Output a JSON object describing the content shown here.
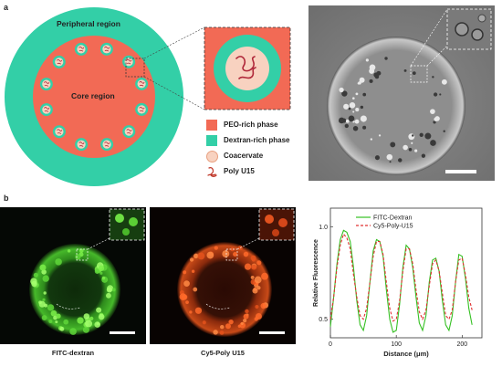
{
  "panel_a": {
    "letter": "a",
    "regions": {
      "peripheral": "Peripheral region",
      "core": "Core region"
    },
    "legend": [
      {
        "label": "PEO-rich phase",
        "color": "#f26a55"
      },
      {
        "label": "Dextran-rich phase",
        "color": "#33cfa7"
      },
      {
        "label": "Coacervate",
        "color": "#f8d2c0"
      },
      {
        "label": "Poly U15",
        "color": "#c0392b"
      }
    ],
    "colors": {
      "peo": "#f26a55",
      "dextran": "#33cfa7",
      "coacervate": "#f8d2c0",
      "rna": "#b0283a"
    }
  },
  "panel_b": {
    "letter": "b",
    "captions": {
      "green": "FITC-dextran",
      "red": "Cy5-Poly U15"
    }
  },
  "chart_data": {
    "type": "line",
    "xlabel": "Distance (μm)",
    "ylabel": "Relative Fluorescence",
    "xlim": [
      0,
      230
    ],
    "ylim": [
      0.4,
      1.1
    ],
    "xticks": [
      "0",
      "100",
      "200"
    ],
    "yticks": [
      "0.5",
      "1.0"
    ],
    "legend_position": "top",
    "series": [
      {
        "name": "FITC-Dextran",
        "color": "#35c023",
        "style": "solid",
        "x": [
          0,
          5,
          10,
          15,
          20,
          25,
          30,
          35,
          40,
          45,
          50,
          55,
          60,
          65,
          70,
          75,
          80,
          85,
          90,
          95,
          100,
          105,
          110,
          115,
          120,
          125,
          130,
          135,
          140,
          145,
          150,
          155,
          160,
          165,
          170,
          175,
          180,
          185,
          190,
          195,
          200,
          205,
          210,
          215
        ],
        "y": [
          0.46,
          0.62,
          0.8,
          0.93,
          0.98,
          0.97,
          0.92,
          0.78,
          0.6,
          0.47,
          0.44,
          0.52,
          0.7,
          0.87,
          0.93,
          0.92,
          0.84,
          0.66,
          0.5,
          0.43,
          0.44,
          0.58,
          0.78,
          0.9,
          0.88,
          0.78,
          0.62,
          0.48,
          0.44,
          0.52,
          0.7,
          0.82,
          0.83,
          0.76,
          0.6,
          0.47,
          0.44,
          0.52,
          0.7,
          0.85,
          0.84,
          0.72,
          0.56,
          0.47
        ]
      },
      {
        "name": "Cy5-Poly-U15",
        "color": "#e03030",
        "style": "dashed",
        "x": [
          0,
          5,
          10,
          15,
          20,
          25,
          30,
          35,
          40,
          45,
          50,
          55,
          60,
          65,
          70,
          75,
          80,
          85,
          90,
          95,
          100,
          105,
          110,
          115,
          120,
          125,
          130,
          135,
          140,
          145,
          150,
          155,
          160,
          165,
          170,
          175,
          180,
          185,
          190,
          195,
          200,
          205,
          210,
          215
        ],
        "y": [
          0.5,
          0.62,
          0.78,
          0.9,
          0.96,
          0.94,
          0.88,
          0.74,
          0.62,
          0.52,
          0.5,
          0.56,
          0.7,
          0.84,
          0.92,
          0.92,
          0.85,
          0.7,
          0.56,
          0.49,
          0.5,
          0.6,
          0.76,
          0.88,
          0.88,
          0.8,
          0.66,
          0.54,
          0.5,
          0.55,
          0.68,
          0.8,
          0.82,
          0.76,
          0.64,
          0.52,
          0.5,
          0.55,
          0.7,
          0.82,
          0.83,
          0.74,
          0.62,
          0.55
        ]
      }
    ]
  }
}
